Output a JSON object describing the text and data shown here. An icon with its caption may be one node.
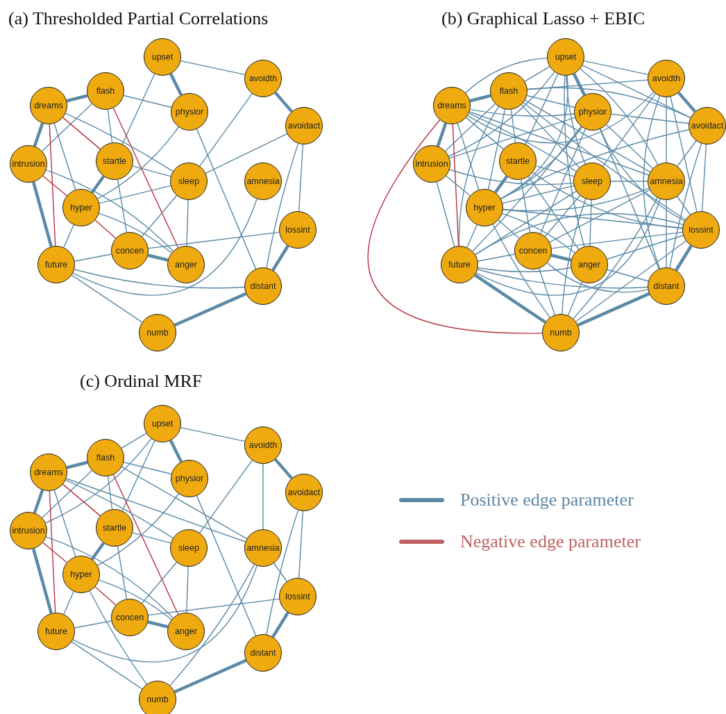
{
  "diagram": {
    "nodes": [
      {
        "text": [
          "upset"
        ]
      },
      {
        "text": [
          "avoidth"
        ]
      },
      {
        "text": [
          "flash"
        ]
      },
      {
        "text": [
          "dreams"
        ]
      },
      {
        "text": [
          "physior"
        ]
      },
      {
        "text": [
          "avoidact"
        ]
      },
      {
        "text": [
          "intrusion"
        ]
      },
      {
        "text": [
          "startle"
        ]
      },
      {
        "text": [
          "sleep"
        ]
      },
      {
        "text": [
          "amnesia"
        ]
      },
      {
        "text": [
          "hyper"
        ]
      },
      {
        "text": [
          "lossint"
        ]
      },
      {
        "text": [
          "concen"
        ]
      },
      {
        "text": [
          "future"
        ]
      },
      {
        "text": [
          "anger"
        ]
      },
      {
        "text": [
          "distant"
        ]
      },
      {
        "text": [
          "numb"
        ]
      },
      {
        "text": [
          "upset"
        ]
      },
      {
        "text": [
          "avoidth"
        ]
      },
      {
        "text": [
          "flash"
        ]
      },
      {
        "text": [
          "dreams"
        ]
      },
      {
        "text": [
          "physior"
        ]
      },
      {
        "text": [
          "avoidact"
        ]
      },
      {
        "text": [
          "intrusion"
        ]
      },
      {
        "text": [
          "startle"
        ]
      },
      {
        "text": [
          "sleep"
        ]
      },
      {
        "text": [
          "amnesia"
        ]
      },
      {
        "text": [
          "hyper"
        ]
      },
      {
        "text": [
          "lossint"
        ]
      },
      {
        "text": [
          "concen"
        ]
      },
      {
        "text": [
          "future"
        ]
      },
      {
        "text": [
          "anger"
        ]
      },
      {
        "text": [
          "distant"
        ]
      },
      {
        "text": [
          "numb"
        ]
      },
      {
        "text": [
          "upset"
        ]
      },
      {
        "text": [
          "avoidth"
        ]
      },
      {
        "text": [
          "flash"
        ]
      },
      {
        "text": [
          "dreams"
        ]
      },
      {
        "text": [
          "physior"
        ]
      },
      {
        "text": [
          "avoidact"
        ]
      },
      {
        "text": [
          "intrusion"
        ]
      },
      {
        "text": [
          "startle"
        ]
      },
      {
        "text": [
          "sleep"
        ]
      },
      {
        "text": [
          "amnesia"
        ]
      },
      {
        "text": [
          "hyper"
        ]
      },
      {
        "text": [
          "lossint"
        ]
      },
      {
        "text": [
          "concen"
        ]
      },
      {
        "text": [
          "future"
        ]
      },
      {
        "text": [
          "anger"
        ]
      },
      {
        "text": [
          "distant"
        ]
      },
      {
        "text": [
          "numb"
        ]
      }
    ],
    "edges": [
      {
        "from": 0,
        "to": 1,
        "arrow": "none"
      },
      {
        "from": 0,
        "to": 4,
        "arrow": "none",
        "style": "thick"
      },
      {
        "from": 0,
        "to": 7,
        "arrow": "none"
      },
      {
        "from": 1,
        "to": 5,
        "arrow": "none",
        "style": "thick"
      },
      {
        "from": 1,
        "to": 8,
        "arrow": "none"
      },
      {
        "from": 2,
        "to": 3,
        "arrow": "none",
        "style": "thick"
      },
      {
        "from": 2,
        "to": 4,
        "arrow": "none"
      },
      {
        "from": 2,
        "to": 6,
        "arrow": "none"
      },
      {
        "from": 2,
        "to": 7,
        "arrow": "none"
      },
      {
        "from": 2,
        "to": 14,
        "arrow": "none",
        "color": "#b8323e"
      },
      {
        "from": 3,
        "to": 6,
        "arrow": "none",
        "style": "thick"
      },
      {
        "from": 3,
        "to": 13,
        "arrow": "none",
        "color": "#b8323e"
      },
      {
        "from": 3,
        "to": 7,
        "arrow": "none",
        "color": "#b8323e"
      },
      {
        "from": 3,
        "to": 8,
        "arrow": "none"
      },
      {
        "from": 3,
        "to": 10,
        "arrow": "none"
      },
      {
        "from": 4,
        "to": 10,
        "arrow": "none"
      },
      {
        "from": 4,
        "to": 15,
        "arrow": "none"
      },
      {
        "from": 5,
        "to": 8,
        "arrow": "none"
      },
      {
        "from": 5,
        "to": 15,
        "arrow": "none"
      },
      {
        "from": 5,
        "to": 11,
        "arrow": "none"
      },
      {
        "from": 6,
        "to": 10,
        "arrow": "none",
        "color": "#b8323e"
      },
      {
        "from": 6,
        "to": 14,
        "arrow": "none"
      },
      {
        "from": 6,
        "to": 13,
        "arrow": "none",
        "style": "thick"
      },
      {
        "from": 7,
        "to": 10,
        "arrow": "none",
        "style": "thick"
      },
      {
        "from": 7,
        "to": 8,
        "arrow": "none"
      },
      {
        "from": 7,
        "to": 12,
        "arrow": "none"
      },
      {
        "from": 8,
        "to": 10,
        "arrow": "none"
      },
      {
        "from": 8,
        "to": 14,
        "arrow": "none"
      },
      {
        "from": 8,
        "to": 12,
        "arrow": "none"
      },
      {
        "from": 9,
        "to": 13,
        "arrow": "none"
      },
      {
        "from": 10,
        "to": 13,
        "arrow": "none"
      },
      {
        "from": 10,
        "to": 12,
        "arrow": "none",
        "color": "#b8323e"
      },
      {
        "from": 10,
        "to": 14,
        "arrow": "none"
      },
      {
        "from": 11,
        "to": 12,
        "arrow": "none"
      },
      {
        "from": 11,
        "to": 15,
        "arrow": "none",
        "style": "thick"
      },
      {
        "from": 13,
        "to": 12,
        "arrow": "none"
      },
      {
        "from": 13,
        "to": 15,
        "arrow": "none"
      },
      {
        "from": 13,
        "to": 16,
        "arrow": "none"
      },
      {
        "from": 12,
        "to": 14,
        "arrow": "none",
        "style": "thick"
      },
      {
        "from": 15,
        "to": 16,
        "arrow": "none",
        "style": "thick"
      },
      {
        "from": 17,
        "to": 18,
        "arrow": "none"
      },
      {
        "from": 17,
        "to": 21,
        "arrow": "none",
        "style": "thick"
      },
      {
        "from": 17,
        "to": 19,
        "arrow": "none"
      },
      {
        "from": 17,
        "to": 20,
        "arrow": "none"
      },
      {
        "from": 17,
        "to": 23,
        "arrow": "none"
      },
      {
        "from": 17,
        "to": 24,
        "arrow": "none"
      },
      {
        "from": 17,
        "to": 27,
        "arrow": "none"
      },
      {
        "from": 17,
        "to": 25,
        "arrow": "none"
      },
      {
        "from": 17,
        "to": 26,
        "arrow": "none"
      },
      {
        "from": 17,
        "to": 22,
        "arrow": "none"
      },
      {
        "from": 17,
        "to": 31,
        "arrow": "none"
      },
      {
        "from": 18,
        "to": 22,
        "arrow": "none",
        "style": "thick"
      },
      {
        "from": 18,
        "to": 19,
        "arrow": "none"
      },
      {
        "from": 18,
        "to": 20,
        "arrow": "none"
      },
      {
        "from": 18,
        "to": 25,
        "arrow": "none"
      },
      {
        "from": 18,
        "to": 26,
        "arrow": "none"
      },
      {
        "from": 18,
        "to": 28,
        "arrow": "none"
      },
      {
        "from": 18,
        "to": 32,
        "arrow": "none"
      },
      {
        "from": 19,
        "to": 20,
        "arrow": "none",
        "style": "thick"
      },
      {
        "from": 19,
        "to": 21,
        "arrow": "none"
      },
      {
        "from": 19,
        "to": 23,
        "arrow": "none"
      },
      {
        "from": 19,
        "to": 24,
        "arrow": "none"
      },
      {
        "from": 19,
        "to": 27,
        "arrow": "none"
      },
      {
        "from": 19,
        "to": 30,
        "arrow": "none"
      },
      {
        "from": 19,
        "to": 25,
        "arrow": "none"
      },
      {
        "from": 19,
        "to": 26,
        "arrow": "none"
      },
      {
        "from": 19,
        "to": 22,
        "arrow": "none"
      },
      {
        "from": 19,
        "to": 28,
        "arrow": "none"
      },
      {
        "from": 20,
        "to": 23,
        "arrow": "none",
        "style": "thick"
      },
      {
        "from": 20,
        "to": 30,
        "arrow": "none",
        "color": "#b8323e"
      },
      {
        "from": 20,
        "to": 33,
        "arrow": "none",
        "color": "#b8323e"
      },
      {
        "from": 20,
        "to": 21,
        "arrow": "none"
      },
      {
        "from": 20,
        "to": 25,
        "arrow": "none"
      },
      {
        "from": 20,
        "to": 26,
        "arrow": "none"
      },
      {
        "from": 20,
        "to": 27,
        "arrow": "none"
      },
      {
        "from": 20,
        "to": 24,
        "arrow": "none"
      },
      {
        "from": 21,
        "to": 22,
        "arrow": "none"
      },
      {
        "from": 21,
        "to": 23,
        "arrow": "none"
      },
      {
        "from": 21,
        "to": 27,
        "arrow": "none"
      },
      {
        "from": 21,
        "to": 30,
        "arrow": "none"
      },
      {
        "from": 21,
        "to": 32,
        "arrow": "none"
      },
      {
        "from": 21,
        "to": 26,
        "arrow": "none"
      },
      {
        "from": 21,
        "to": 28,
        "arrow": "none"
      },
      {
        "from": 21,
        "to": 29,
        "arrow": "none"
      },
      {
        "from": 22,
        "to": 26,
        "arrow": "none"
      },
      {
        "from": 22,
        "to": 28,
        "arrow": "none"
      },
      {
        "from": 22,
        "to": 32,
        "arrow": "none"
      },
      {
        "from": 22,
        "to": 27,
        "arrow": "none"
      },
      {
        "from": 23,
        "to": 30,
        "arrow": "none"
      },
      {
        "from": 23,
        "to": 27,
        "arrow": "none"
      },
      {
        "from": 23,
        "to": 25,
        "arrow": "none"
      },
      {
        "from": 24,
        "to": 27,
        "arrow": "none",
        "style": "thick"
      },
      {
        "from": 24,
        "to": 25,
        "arrow": "none"
      },
      {
        "from": 24,
        "to": 29,
        "arrow": "none"
      },
      {
        "from": 24,
        "to": 31,
        "arrow": "none"
      },
      {
        "from": 24,
        "to": 28,
        "arrow": "none"
      },
      {
        "from": 25,
        "to": 27,
        "arrow": "none"
      },
      {
        "from": 25,
        "to": 30,
        "arrow": "none"
      },
      {
        "from": 25,
        "to": 31,
        "arrow": "none"
      },
      {
        "from": 25,
        "to": 29,
        "arrow": "none"
      },
      {
        "from": 25,
        "to": 26,
        "arrow": "none"
      },
      {
        "from": 25,
        "to": 33,
        "arrow": "none"
      },
      {
        "from": 26,
        "to": 27,
        "arrow": "none"
      },
      {
        "from": 26,
        "to": 29,
        "arrow": "none"
      },
      {
        "from": 26,
        "to": 30,
        "arrow": "none"
      },
      {
        "from": 26,
        "to": 28,
        "arrow": "none"
      },
      {
        "from": 26,
        "to": 32,
        "arrow": "none"
      },
      {
        "from": 26,
        "to": 33,
        "arrow": "none"
      },
      {
        "from": 27,
        "to": 30,
        "arrow": "none"
      },
      {
        "from": 27,
        "to": 29,
        "arrow": "none"
      },
      {
        "from": 27,
        "to": 31,
        "arrow": "none"
      },
      {
        "from": 27,
        "to": 28,
        "arrow": "none"
      },
      {
        "from": 27,
        "to": 33,
        "arrow": "none"
      },
      {
        "from": 28,
        "to": 29,
        "arrow": "none"
      },
      {
        "from": 28,
        "to": 32,
        "arrow": "none",
        "style": "thick"
      },
      {
        "from": 28,
        "to": 30,
        "arrow": "none"
      },
      {
        "from": 28,
        "to": 33,
        "arrow": "none"
      },
      {
        "from": 28,
        "to": 31,
        "arrow": "none"
      },
      {
        "from": 30,
        "to": 29,
        "arrow": "none"
      },
      {
        "from": 30,
        "to": 31,
        "arrow": "none"
      },
      {
        "from": 30,
        "to": 32,
        "arrow": "none"
      },
      {
        "from": 30,
        "to": 33,
        "arrow": "none",
        "style": "thick"
      },
      {
        "from": 29,
        "to": 31,
        "arrow": "none",
        "style": "thick"
      },
      {
        "from": 29,
        "to": 33,
        "arrow": "none"
      },
      {
        "from": 29,
        "to": 32,
        "arrow": "none"
      },
      {
        "from": 31,
        "to": 32,
        "arrow": "none"
      },
      {
        "from": 31,
        "to": 33,
        "arrow": "none"
      },
      {
        "from": 32,
        "to": 33,
        "arrow": "none",
        "style": "thick"
      },
      {
        "from": 34,
        "to": 35,
        "arrow": "none"
      },
      {
        "from": 34,
        "to": 38,
        "arrow": "none",
        "style": "thick"
      },
      {
        "from": 34,
        "to": 41,
        "arrow": "none"
      },
      {
        "from": 34,
        "to": 36,
        "arrow": "none"
      },
      {
        "from": 34,
        "to": 40,
        "arrow": "none"
      },
      {
        "from": 36,
        "to": 37,
        "arrow": "none",
        "style": "thick"
      },
      {
        "from": 36,
        "to": 38,
        "arrow": "none"
      },
      {
        "from": 36,
        "to": 43,
        "arrow": "none"
      },
      {
        "from": 36,
        "to": 40,
        "arrow": "none"
      },
      {
        "from": 36,
        "to": 41,
        "arrow": "none"
      },
      {
        "from": 36,
        "to": 48,
        "arrow": "none",
        "color": "#b8323e"
      },
      {
        "from": 37,
        "to": 40,
        "arrow": "none",
        "style": "thick"
      },
      {
        "from": 37,
        "to": 47,
        "arrow": "none",
        "color": "#b8323e"
      },
      {
        "from": 37,
        "to": 41,
        "arrow": "none",
        "color": "#b8323e"
      },
      {
        "from": 37,
        "to": 42,
        "arrow": "none"
      },
      {
        "from": 37,
        "to": 43,
        "arrow": "none"
      },
      {
        "from": 37,
        "to": 44,
        "arrow": "none"
      },
      {
        "from": 38,
        "to": 44,
        "arrow": "none"
      },
      {
        "from": 38,
        "to": 49,
        "arrow": "none"
      },
      {
        "from": 35,
        "to": 39,
        "arrow": "none",
        "style": "thick"
      },
      {
        "from": 35,
        "to": 42,
        "arrow": "none"
      },
      {
        "from": 35,
        "to": 43,
        "arrow": "none"
      },
      {
        "from": 39,
        "to": 49,
        "arrow": "none"
      },
      {
        "from": 39,
        "to": 45,
        "arrow": "none"
      },
      {
        "from": 40,
        "to": 44,
        "arrow": "none",
        "color": "#b8323e"
      },
      {
        "from": 40,
        "to": 48,
        "arrow": "none"
      },
      {
        "from": 40,
        "to": 47,
        "arrow": "none",
        "style": "thick"
      },
      {
        "from": 41,
        "to": 44,
        "arrow": "none",
        "style": "thick"
      },
      {
        "from": 41,
        "to": 42,
        "arrow": "none"
      },
      {
        "from": 41,
        "to": 46,
        "arrow": "none"
      },
      {
        "from": 42,
        "to": 48,
        "arrow": "none"
      },
      {
        "from": 42,
        "to": 46,
        "arrow": "none"
      },
      {
        "from": 43,
        "to": 47,
        "arrow": "none"
      },
      {
        "from": 43,
        "to": 45,
        "arrow": "none"
      },
      {
        "from": 43,
        "to": 50,
        "arrow": "none"
      },
      {
        "from": 44,
        "to": 47,
        "arrow": "none"
      },
      {
        "from": 44,
        "to": 46,
        "arrow": "none",
        "color": "#b8323e"
      },
      {
        "from": 44,
        "to": 48,
        "arrow": "none"
      },
      {
        "from": 44,
        "to": 50,
        "arrow": "none"
      },
      {
        "from": 45,
        "to": 46,
        "arrow": "none"
      },
      {
        "from": 45,
        "to": 49,
        "arrow": "none",
        "style": "thick"
      },
      {
        "from": 47,
        "to": 46,
        "arrow": "none"
      },
      {
        "from": 47,
        "to": 50,
        "arrow": "none"
      },
      {
        "from": 46,
        "to": 48,
        "arrow": "none",
        "style": "thick"
      },
      {
        "from": 49,
        "to": 50,
        "arrow": "none",
        "style": "thick"
      }
    ],
    "labels": [
      "(a) Thresholded Partial Correlations",
      "(b) Graphical Lasso + EBIC",
      "(c) Ordinal MRF"
    ],
    "legend": [
      {
        "text": "Positive edge parameter",
        "color": "#5b89a6"
      },
      {
        "text": "Negative edge parameter",
        "color": "#c06265"
      }
    ]
  }
}
